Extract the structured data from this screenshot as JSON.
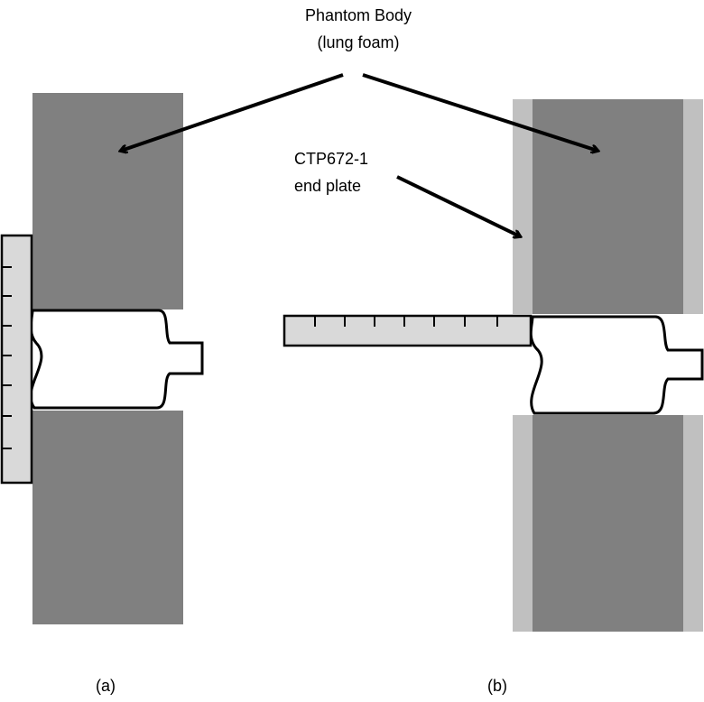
{
  "colors": {
    "phantom_body": "#808080",
    "end_plate": "#c0c0c0",
    "ruler_fill": "#d9d9d9",
    "outline": "#000000",
    "background": "#ffffff"
  },
  "labels": {
    "phantom_line1": "Phantom Body",
    "phantom_line2": "(lung foam)",
    "endplate_line1": "CTP672-1",
    "endplate_line2": "end plate",
    "panel_a": "(a)",
    "panel_b": "(b)"
  }
}
